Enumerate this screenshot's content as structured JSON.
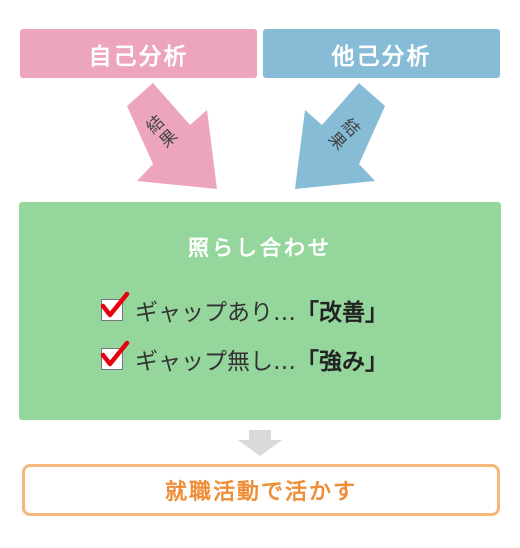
{
  "top_boxes": {
    "self_analysis": "自己分析",
    "other_analysis": "他己分析"
  },
  "arrows": {
    "left_label": "結果",
    "right_label": "結果",
    "left_color": "#eda5bd",
    "right_color": "#87bcd7"
  },
  "compare": {
    "title": "照らし合わせ",
    "items": [
      {
        "text": "ギャップあり…",
        "emphasis": "「改善」"
      },
      {
        "text": "ギャップ無し…",
        "emphasis": "「強み」"
      }
    ],
    "box_color": "#95d69d",
    "check_color": "#e60012"
  },
  "down_arrow_color": "#d9d9d9",
  "goal": {
    "text": "就職活動で活かす",
    "color": "#ef8d38",
    "border_color": "#f6b77b"
  }
}
